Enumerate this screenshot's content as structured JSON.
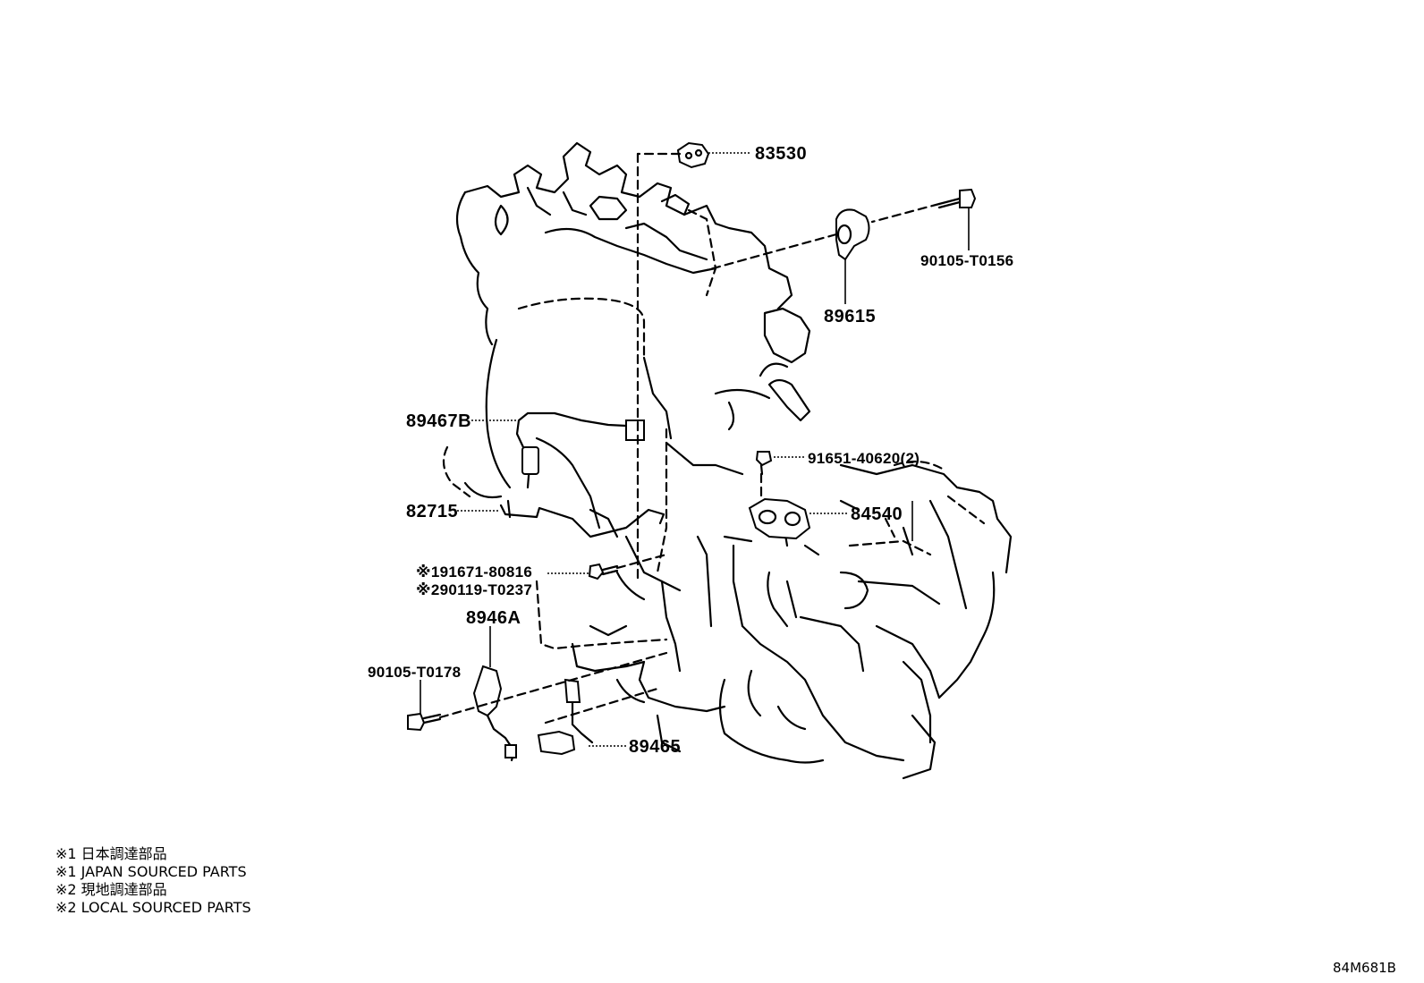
{
  "parts": [
    {
      "id": "83530",
      "label": "83530"
    },
    {
      "id": "90105-T0156",
      "label": "90105-T0156"
    },
    {
      "id": "89615",
      "label": "89615"
    },
    {
      "id": "89467B",
      "label": "89467B"
    },
    {
      "id": "91651-40620",
      "label": "91651-40620(2)"
    },
    {
      "id": "82715",
      "label": "82715"
    },
    {
      "id": "84540",
      "label": "84540"
    },
    {
      "id": "91671-80816",
      "label": "※191671-80816"
    },
    {
      "id": "90119-T0237",
      "label": "※290119-T0237"
    },
    {
      "id": "8946A",
      "label": "8946A"
    },
    {
      "id": "90105-T0178",
      "label": "90105-T0178"
    },
    {
      "id": "89465",
      "label": "89465"
    }
  ],
  "notes": [
    "※1 日本調達部品",
    "※1 JAPAN SOURCED PARTS",
    "※2 現地調達部品",
    "※2 LOCAL SOURCED PARTS"
  ],
  "diagram_code": "84M681B"
}
